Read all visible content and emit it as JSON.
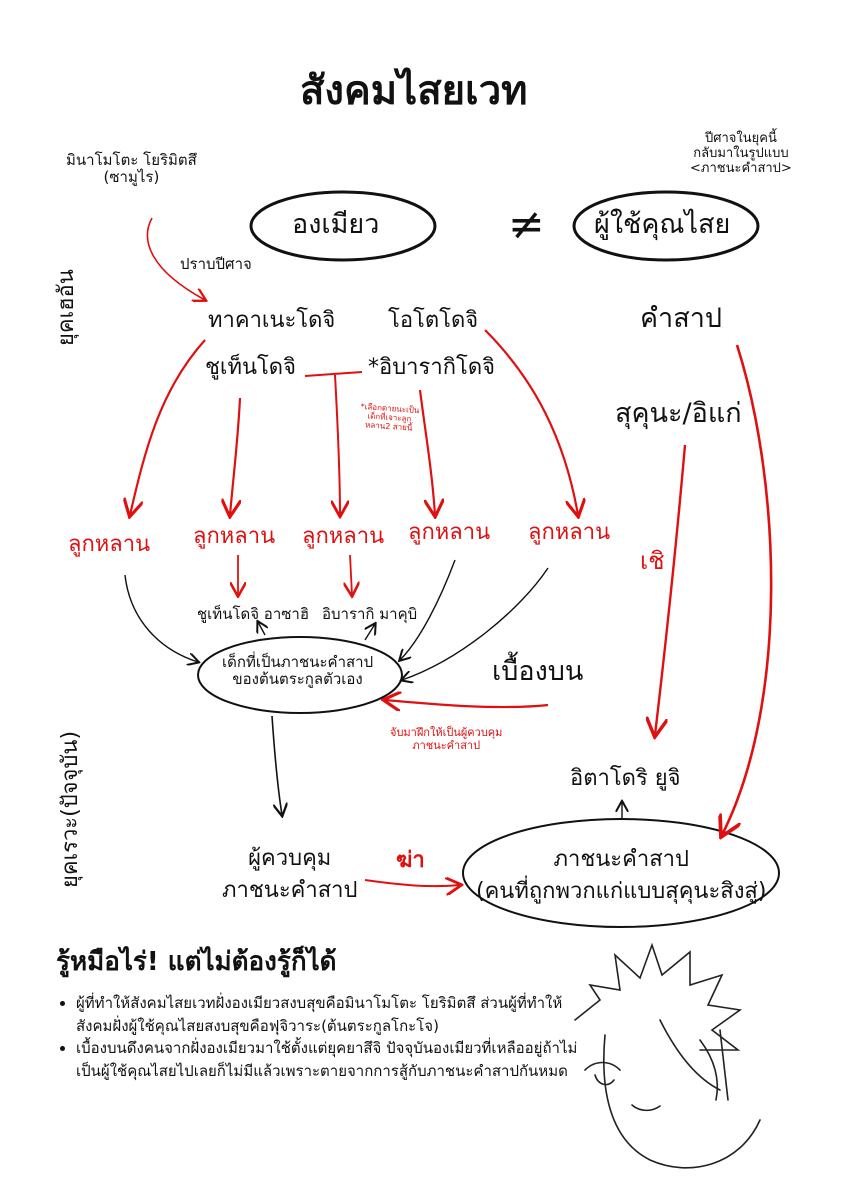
{
  "title": "สังคมไสยเวท",
  "top_left_note": [
    "มินาโมโตะ โยริมิตสึ",
    "(ซามูไร)"
  ],
  "top_right_note": [
    "ปีศาจในยุคนี้",
    "กลับมาในรูปแบบ",
    "<ภาชนะคำสาป>"
  ],
  "node_ongmiao": "องเมียว",
  "not_equal": "≠",
  "node_jujutsu_user": "ผู้ใช้คุณไสย",
  "label_subjugate": "ปราบปีศาจ",
  "era_heian": "ยุคเฮอัน",
  "era_present": "ยุคเรวะ(ปัจจุบัน)",
  "clans": {
    "takanae": "ทาคาเนะโดจิ",
    "otto": "โอโตโดจิ",
    "shuten": "ชูเท็นโดจิ",
    "ibaraki": "*อิบารากิโดจิ"
  },
  "curse": "คำสาป",
  "sukuna": "สุคุนะ/อิแก่",
  "red_note_small": [
    "*เลือกตายนะเป็น",
    "เด็กที่เจาะลูก",
    "หลาน2 สายนี้"
  ],
  "descendant": "ลูกหลาน",
  "shuten_asahi": "ชูเท็นโดจิ อาซาฮิ",
  "ibaraki_matsubi": "อิบารากิ มาคุบิ",
  "vessel_child": [
    "เด็กที่เป็นภาชนะคำสาป",
    "ของต้นตระกูลตัวเอง"
  ],
  "higher_ups": "เบื้องบน",
  "red_note_capture": [
    "จับมาฝึกให้เป็นผู้ควบคุม",
    "ภาชนะคำสาป"
  ],
  "red_seal": "เชิ",
  "itadori": "อิตาโดริ ยูจิ",
  "controller": [
    "ผู้ควบคุม",
    "ภาชนะคำสาป"
  ],
  "kill": "ฆ่า",
  "vessel_node": [
    "ภาชนะคำสาป",
    "(คนที่ถูกพวกแก่แบบสุคุนะสิงสู่)"
  ],
  "trivia_heading": "รู้หมือไร่! แต่ไม่ต้องรู้ก็ได้",
  "notes": [
    "ผู้ที่ทำให้สังคมไสยเวทฝั่งองเมียวสงบสุขคือมินาโมโตะ โยริมิตสึ ส่วนผู้ที่ทำให้สังคมฝั่งผู้ใช้คุณไสยสงบสุขคือฟุจิวาระ(ต้นตระกูลโกะโจ)",
    "เบื้องบนดึงคนจากฝั่งองเมียวมาใช้ตั้งแต่ยุคยาสึจิ ปัจจุบันองเมียวที่เหลืออยู่ถ้าไม่เป็นผู้ใช้คุณไสยไปเลยก็ไม่มีแล้วเพราะตายจากการสู้กับภาชนะคำสาปกันหมด"
  ],
  "colors": {
    "red": "#e01010",
    "ink": "#111111"
  }
}
